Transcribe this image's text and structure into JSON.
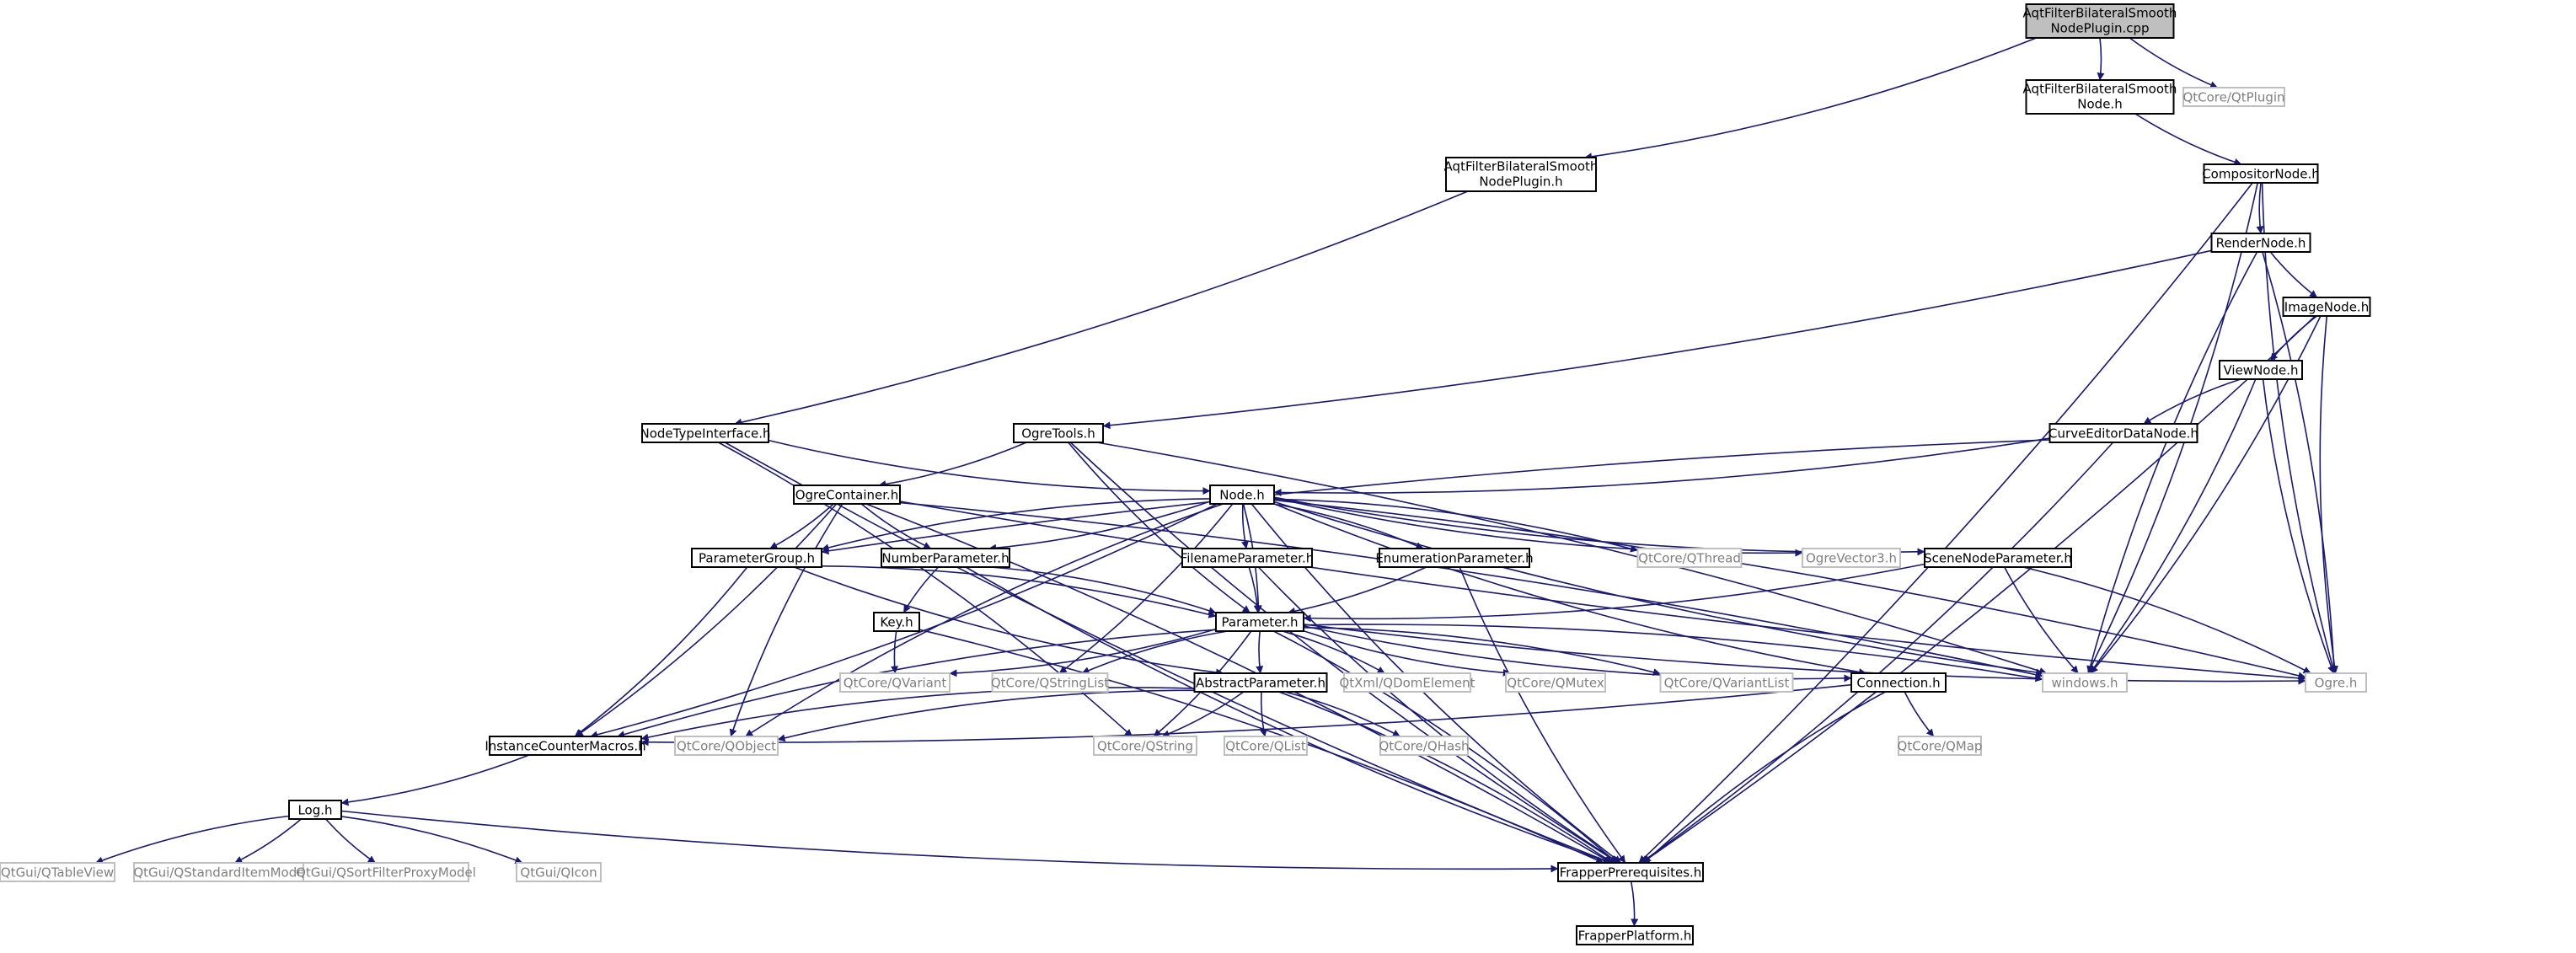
{
  "colors": {
    "edge": "#191970",
    "node_border_local": "#000000",
    "node_border_external": "#bfbfbf",
    "node_text_local": "#000000",
    "node_text_external": "#7f7f7f",
    "root_fill": "#bfbfbf",
    "node_fill": "#ffffff"
  },
  "nodes": [
    {
      "id": "root",
      "lines": [
        "AqtFilterBilateralSmooth",
        "NodePlugin.cpp"
      ],
      "kind": "root"
    },
    {
      "id": "node_h_main",
      "lines": [
        "AqtFilterBilateralSmooth",
        "Node.h"
      ],
      "kind": "local"
    },
    {
      "id": "qtplugin",
      "lines": [
        "QtCore/QtPlugin"
      ],
      "kind": "external"
    },
    {
      "id": "plugin_h",
      "lines": [
        "AqtFilterBilateralSmooth",
        "NodePlugin.h"
      ],
      "kind": "local"
    },
    {
      "id": "compositor",
      "lines": [
        "CompositorNode.h"
      ],
      "kind": "local"
    },
    {
      "id": "rendernode",
      "lines": [
        "RenderNode.h"
      ],
      "kind": "local"
    },
    {
      "id": "imagenode",
      "lines": [
        "ImageNode.h"
      ],
      "kind": "local"
    },
    {
      "id": "viewnode",
      "lines": [
        "ViewNode.h"
      ],
      "kind": "local"
    },
    {
      "id": "nodetype",
      "lines": [
        "NodeTypeInterface.h"
      ],
      "kind": "local"
    },
    {
      "id": "ogretools",
      "lines": [
        "OgreTools.h"
      ],
      "kind": "local"
    },
    {
      "id": "curveeditor",
      "lines": [
        "CurveEditorDataNode.h"
      ],
      "kind": "local"
    },
    {
      "id": "ogrecontainer",
      "lines": [
        "OgreContainer.h"
      ],
      "kind": "local"
    },
    {
      "id": "node",
      "lines": [
        "Node.h"
      ],
      "kind": "local"
    },
    {
      "id": "paramgroup",
      "lines": [
        "ParameterGroup.h"
      ],
      "kind": "local"
    },
    {
      "id": "numberparam",
      "lines": [
        "NumberParameter.h"
      ],
      "kind": "local"
    },
    {
      "id": "filenameparam",
      "lines": [
        "FilenameParameter.h"
      ],
      "kind": "local"
    },
    {
      "id": "enumparam",
      "lines": [
        "EnumerationParameter.h"
      ],
      "kind": "local"
    },
    {
      "id": "qthread",
      "lines": [
        "QtCore/QThread"
      ],
      "kind": "external"
    },
    {
      "id": "ogrevector3",
      "lines": [
        "OgreVector3.h"
      ],
      "kind": "external"
    },
    {
      "id": "sceneparam",
      "lines": [
        "SceneNodeParameter.h"
      ],
      "kind": "local"
    },
    {
      "id": "key",
      "lines": [
        "Key.h"
      ],
      "kind": "local"
    },
    {
      "id": "parameter",
      "lines": [
        "Parameter.h"
      ],
      "kind": "local"
    },
    {
      "id": "qvariant",
      "lines": [
        "QtCore/QVariant"
      ],
      "kind": "external"
    },
    {
      "id": "qstringlist",
      "lines": [
        "QtCore/QStringList"
      ],
      "kind": "external"
    },
    {
      "id": "abstractparam",
      "lines": [
        "AbstractParameter.h"
      ],
      "kind": "local"
    },
    {
      "id": "qdomelement",
      "lines": [
        "QtXml/QDomElement"
      ],
      "kind": "external"
    },
    {
      "id": "qmutex",
      "lines": [
        "QtCore/QMutex"
      ],
      "kind": "external"
    },
    {
      "id": "qvariantlist",
      "lines": [
        "QtCore/QVariantList"
      ],
      "kind": "external"
    },
    {
      "id": "connection",
      "lines": [
        "Connection.h"
      ],
      "kind": "local"
    },
    {
      "id": "windows",
      "lines": [
        "windows.h"
      ],
      "kind": "external"
    },
    {
      "id": "ogre",
      "lines": [
        "Ogre.h"
      ],
      "kind": "external"
    },
    {
      "id": "instcounter",
      "lines": [
        "InstanceCounterMacros.h"
      ],
      "kind": "local"
    },
    {
      "id": "qobject",
      "lines": [
        "QtCore/QObject"
      ],
      "kind": "external"
    },
    {
      "id": "qstring",
      "lines": [
        "QtCore/QString"
      ],
      "kind": "external"
    },
    {
      "id": "qlist",
      "lines": [
        "QtCore/QList"
      ],
      "kind": "external"
    },
    {
      "id": "qhash",
      "lines": [
        "QtCore/QHash"
      ],
      "kind": "external"
    },
    {
      "id": "qmap",
      "lines": [
        "QtCore/QMap"
      ],
      "kind": "external"
    },
    {
      "id": "log",
      "lines": [
        "Log.h"
      ],
      "kind": "local"
    },
    {
      "id": "qtableview",
      "lines": [
        "QtGui/QTableView"
      ],
      "kind": "external"
    },
    {
      "id": "qstdmodel",
      "lines": [
        "QtGui/QStandardItemModel"
      ],
      "kind": "external"
    },
    {
      "id": "qsortproxy",
      "lines": [
        "QtGui/QSortFilterProxyModel"
      ],
      "kind": "external"
    },
    {
      "id": "qicon",
      "lines": [
        "QtGui/QIcon"
      ],
      "kind": "external"
    },
    {
      "id": "prereq",
      "lines": [
        "FrapperPrerequisites.h"
      ],
      "kind": "local"
    },
    {
      "id": "platform",
      "lines": [
        "FrapperPlatform.h"
      ],
      "kind": "local"
    }
  ],
  "edges": [
    [
      "root",
      "node_h_main"
    ],
    [
      "root",
      "qtplugin"
    ],
    [
      "root",
      "plugin_h"
    ],
    [
      "node_h_main",
      "compositor"
    ],
    [
      "plugin_h",
      "nodetype"
    ],
    [
      "compositor",
      "rendernode"
    ],
    [
      "compositor",
      "windows"
    ],
    [
      "compositor",
      "ogre"
    ],
    [
      "compositor",
      "prereq"
    ],
    [
      "rendernode",
      "imagenode"
    ],
    [
      "rendernode",
      "ogretools"
    ],
    [
      "rendernode",
      "windows"
    ],
    [
      "rendernode",
      "ogre"
    ],
    [
      "imagenode",
      "viewnode"
    ],
    [
      "imagenode",
      "windows"
    ],
    [
      "imagenode",
      "ogre"
    ],
    [
      "imagenode",
      "prereq"
    ],
    [
      "viewnode",
      "curveeditor"
    ],
    [
      "viewnode",
      "windows"
    ],
    [
      "viewnode",
      "ogre"
    ],
    [
      "curveeditor",
      "node"
    ],
    [
      "curveeditor",
      "paramgroup"
    ],
    [
      "curveeditor",
      "prereq"
    ],
    [
      "nodetype",
      "node"
    ],
    [
      "nodetype",
      "qstring"
    ],
    [
      "nodetype",
      "prereq"
    ],
    [
      "ogretools",
      "ogrecontainer"
    ],
    [
      "ogretools",
      "parameter"
    ],
    [
      "ogretools",
      "windows"
    ],
    [
      "ogretools",
      "prereq"
    ],
    [
      "ogrecontainer",
      "paramgroup"
    ],
    [
      "ogrecontainer",
      "numberparam"
    ],
    [
      "ogrecontainer",
      "instcounter"
    ],
    [
      "ogrecontainer",
      "qobject"
    ],
    [
      "ogrecontainer",
      "windows"
    ],
    [
      "ogrecontainer",
      "ogre"
    ],
    [
      "ogrecontainer",
      "prereq"
    ],
    [
      "node",
      "paramgroup"
    ],
    [
      "node",
      "numberparam"
    ],
    [
      "node",
      "filenameparam"
    ],
    [
      "node",
      "enumparam"
    ],
    [
      "node",
      "sceneparam"
    ],
    [
      "node",
      "qthread"
    ],
    [
      "node",
      "ogrevector3"
    ],
    [
      "node",
      "parameter"
    ],
    [
      "node",
      "connection"
    ],
    [
      "node",
      "qstringlist"
    ],
    [
      "node",
      "qobject"
    ],
    [
      "node",
      "instcounter"
    ],
    [
      "node",
      "windows"
    ],
    [
      "node",
      "ogre"
    ],
    [
      "node",
      "prereq"
    ],
    [
      "paramgroup",
      "parameter"
    ],
    [
      "paramgroup",
      "abstractparam"
    ],
    [
      "paramgroup",
      "instcounter"
    ],
    [
      "numberparam",
      "key"
    ],
    [
      "numberparam",
      "parameter"
    ],
    [
      "numberparam",
      "prereq"
    ],
    [
      "filenameparam",
      "parameter"
    ],
    [
      "filenameparam",
      "prereq"
    ],
    [
      "enumparam",
      "parameter"
    ],
    [
      "enumparam",
      "prereq"
    ],
    [
      "sceneparam",
      "parameter"
    ],
    [
      "sceneparam",
      "windows"
    ],
    [
      "sceneparam",
      "ogre"
    ],
    [
      "key",
      "qvariant"
    ],
    [
      "key",
      "prereq"
    ],
    [
      "parameter",
      "abstractparam"
    ],
    [
      "parameter",
      "qvariant"
    ],
    [
      "parameter",
      "qstringlist"
    ],
    [
      "parameter",
      "qdomelement"
    ],
    [
      "parameter",
      "qmutex"
    ],
    [
      "parameter",
      "qvariantlist"
    ],
    [
      "parameter",
      "connection"
    ],
    [
      "parameter",
      "windows"
    ],
    [
      "parameter",
      "ogre"
    ],
    [
      "parameter",
      "qstring"
    ],
    [
      "parameter",
      "instcounter"
    ],
    [
      "parameter",
      "prereq"
    ],
    [
      "abstractparam",
      "qobject"
    ],
    [
      "abstractparam",
      "qstring"
    ],
    [
      "abstractparam",
      "qlist"
    ],
    [
      "abstractparam",
      "qhash"
    ],
    [
      "abstractparam",
      "instcounter"
    ],
    [
      "abstractparam",
      "prereq"
    ],
    [
      "connection",
      "qmap"
    ],
    [
      "connection",
      "instcounter"
    ],
    [
      "connection",
      "prereq"
    ],
    [
      "instcounter",
      "log"
    ],
    [
      "log",
      "qtableview"
    ],
    [
      "log",
      "qstdmodel"
    ],
    [
      "log",
      "qsortproxy"
    ],
    [
      "log",
      "qicon"
    ],
    [
      "log",
      "prereq"
    ],
    [
      "prereq",
      "platform"
    ]
  ]
}
